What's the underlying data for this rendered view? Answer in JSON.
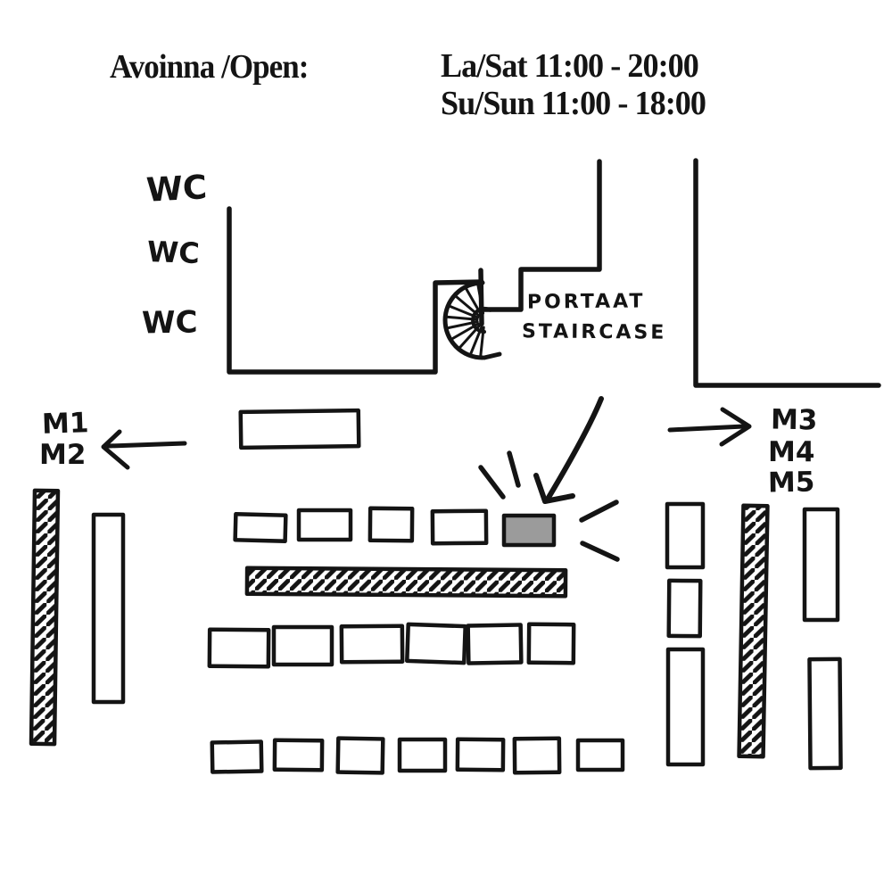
{
  "header": {
    "open_label": "Avoinna /Open:",
    "hours": [
      "La/Sat 11:00 - 20:00",
      "Su/Sun 11:00 - 18:00"
    ]
  },
  "map": {
    "wc_labels": [
      "WC",
      "WC",
      "WC"
    ],
    "staircase_label_fi": "PORTAAT",
    "staircase_label_en": "STAIRCASE",
    "exits_left": [
      "M1",
      "M2"
    ],
    "exits_right": [
      "M3",
      "M4",
      "M5"
    ],
    "highlight_color": "#9b9b9b",
    "ink_color": "#141414"
  }
}
